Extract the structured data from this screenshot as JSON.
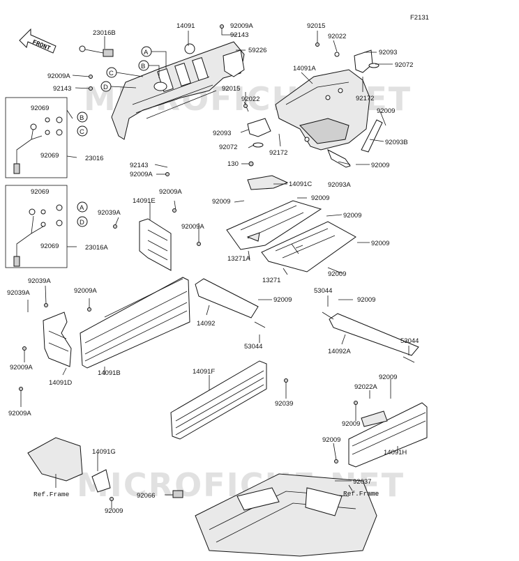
{
  "figure_code": "F2131",
  "front_arrow_text": "FRONT",
  "watermark_top": "MICROFICHE.NET",
  "watermark_bottom": "MICROFICHE.NET",
  "callouts": {
    "A": "A",
    "B": "B",
    "C": "C",
    "D": "D"
  },
  "labels": [
    "23016B",
    "14091",
    "92009A",
    "92143",
    "59226",
    "92015",
    "92022",
    "92093",
    "92072",
    "14091A",
    "92009A",
    "92143",
    "92015",
    "92022",
    "92172",
    "92009",
    "92069",
    "92093",
    "92069",
    "23016",
    "92072",
    "92172",
    "92093B",
    "92143",
    "92009A",
    "92009",
    "130",
    "14091C",
    "92093A",
    "92069",
    "92009A",
    "14091E",
    "92039A",
    "92009",
    "92009",
    "92009A",
    "92009",
    "92009",
    "92069",
    "23016A",
    "13271A",
    "13271",
    "92009",
    "92039A",
    "92009A",
    "92039A",
    "53044",
    "92009",
    "92009",
    "14092",
    "53044",
    "14092A",
    "53044",
    "92009A",
    "14091B",
    "14091D",
    "14091F",
    "92039",
    "92009",
    "92022A",
    "92009A",
    "92009",
    "92009",
    "14091H",
    "14091G",
    "Ref.Frame",
    "92037",
    "92066",
    "Ref.Frame",
    "92009"
  ]
}
